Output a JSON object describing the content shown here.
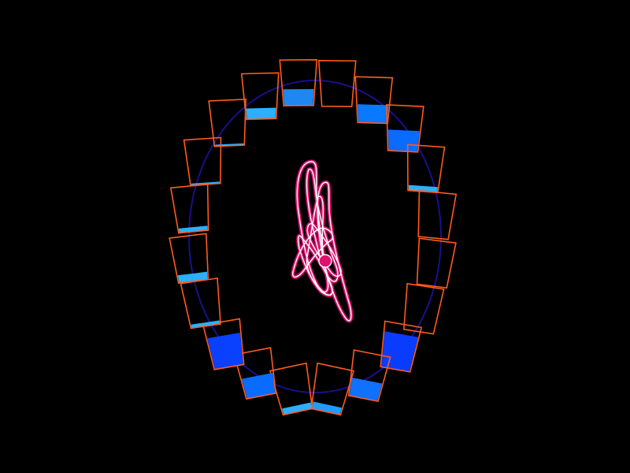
{
  "colors": {
    "background": "#000000",
    "ring": "#1a0f8c",
    "cup_outline": "#ff5a1f",
    "core_outer": "#d0106a",
    "core_inner": "#ffffff",
    "core_ball": "#e0106e"
  },
  "cups": [
    {
      "fill": 0.36,
      "color": "#1e88f0"
    },
    {
      "fill": 0.0,
      "color": "#1e88f0"
    },
    {
      "fill": 0.4,
      "color": "#0a78ff"
    },
    {
      "fill": 0.46,
      "color": "#0a6cff"
    },
    {
      "fill": 0.12,
      "color": "#2ab0ff"
    },
    {
      "fill": 0.0,
      "color": "#2ab0ff"
    },
    {
      "fill": 0.0,
      "color": "#2ab0ff"
    },
    {
      "fill": 0.0,
      "color": "#2ab0ff"
    },
    {
      "fill": 0.78,
      "color": "#0a3cff"
    },
    {
      "fill": 0.4,
      "color": "#1070ff"
    },
    {
      "fill": 0.16,
      "color": "#1e9cff"
    },
    {
      "fill": 0.14,
      "color": "#2ab0ff"
    },
    {
      "fill": 0.45,
      "color": "#0a6cff"
    },
    {
      "fill": 0.7,
      "color": "#0a40ff"
    },
    {
      "fill": 0.08,
      "color": "#2ab0ff"
    },
    {
      "fill": 0.17,
      "color": "#2ab0ff"
    },
    {
      "fill": 0.1,
      "color": "#2ab0ff"
    },
    {
      "fill": 0.04,
      "color": "#2ab0ff"
    },
    {
      "fill": 0.04,
      "color": "#2ab0ff"
    },
    {
      "fill": 0.24,
      "color": "#2ab0ff"
    }
  ]
}
